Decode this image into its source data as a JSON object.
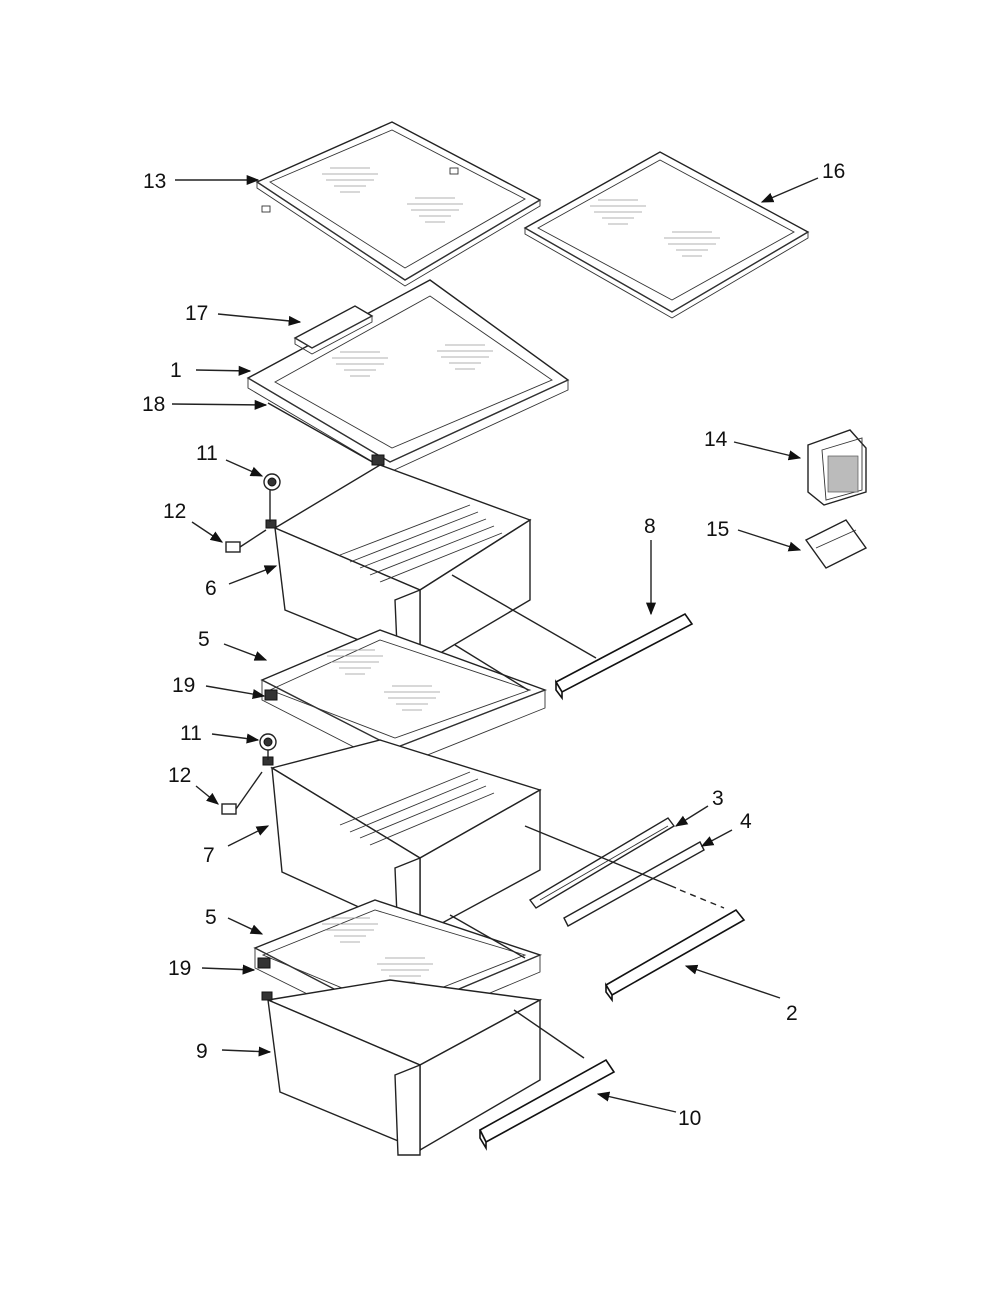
{
  "diagram": {
    "callouts": {
      "c1": "1",
      "c2": "2",
      "c3": "3",
      "c4": "4",
      "c5a": "5",
      "c5b": "5",
      "c6": "6",
      "c7": "7",
      "c8": "8",
      "c9": "9",
      "c10": "10",
      "c11a": "11",
      "c11b": "11",
      "c12a": "12",
      "c12b": "12",
      "c13": "13",
      "c14": "14",
      "c15": "15",
      "c16": "16",
      "c17": "17",
      "c18": "18",
      "c19a": "19",
      "c19b": "19"
    }
  }
}
